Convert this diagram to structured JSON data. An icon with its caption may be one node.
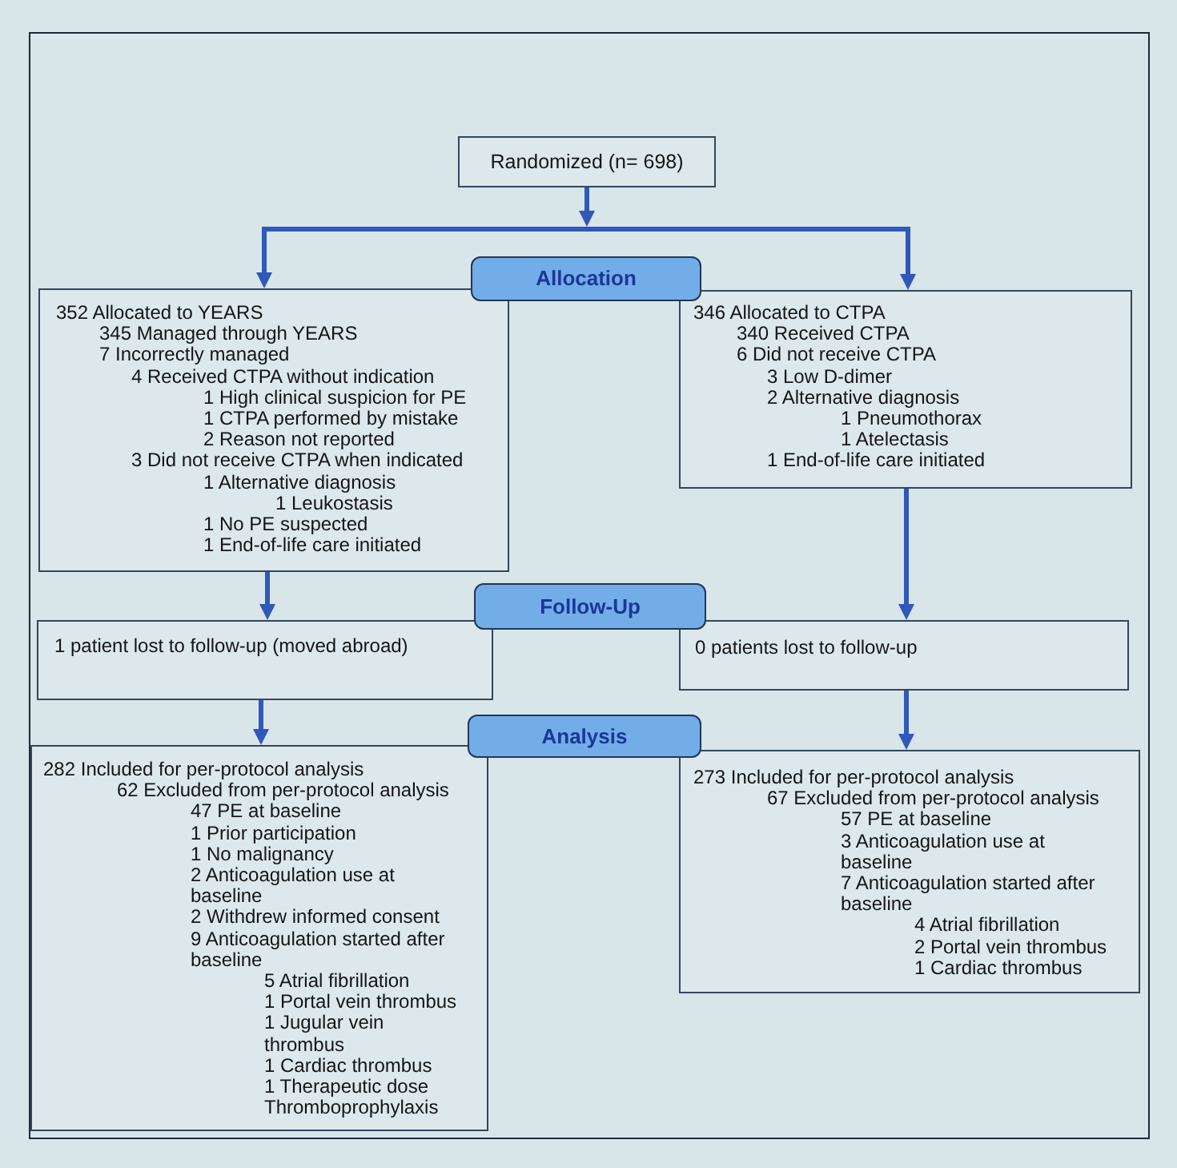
{
  "diagram": {
    "nodes": [
      {
        "text": [
          "Randomized (n= 698)"
        ]
      },
      {
        "text": [
          "Allocation"
        ]
      },
      {
        "text": [
          "352 Allocated to YEARS",
          "345 Managed through YEARS",
          "7 Incorrectly managed",
          "4 Received CTPA without indication",
          "1 High clinical suspicion for PE",
          "1 CTPA performed by mistake",
          "2 Reason not reported",
          "3 Did not receive CTPA when indicated",
          "1 Alternative diagnosis",
          "1 Leukostasis",
          "1 No PE suspected",
          "1 End-of-life care initiated"
        ]
      },
      {
        "text": [
          "346 Allocated to CTPA",
          "340 Received CTPA",
          "6 Did not receive CTPA",
          "3 Low D-dimer",
          "2 Alternative diagnosis",
          "1 Pneumothorax",
          "1 Atelectasis",
          "1 End-of-life care initiated"
        ]
      },
      {
        "text": [
          "Follow-Up"
        ]
      },
      {
        "text": [
          "1 patient lost to follow-up (moved abroad)"
        ]
      },
      {
        "text": [
          "0 patients lost to follow-up"
        ]
      },
      {
        "text": [
          "Analysis"
        ]
      },
      {
        "text": [
          "282 Included for per-protocol analysis",
          "62 Excluded from per-protocol analysis",
          "47 PE at baseline",
          "1 Prior participation",
          "1 No malignancy",
          "2 Anticoagulation use at baseline",
          "2 Withdrew informed consent",
          "9 Anticoagulation started after baseline",
          "5 Atrial fibrillation",
          "1 Portal vein thrombus",
          "1 Jugular vein thrombus",
          "1 Cardiac thrombus",
          "1 Therapeutic dose Thromboprophylaxis"
        ]
      },
      {
        "text": [
          "273 Included for per-protocol analysis",
          "67 Excluded from per-protocol analysis",
          "57 PE at baseline",
          "3 Anticoagulation use at baseline",
          "7 Anticoagulation started after baseline",
          "4 Atrial fibrillation",
          "2 Portal vein thrombus",
          "1 Cardiac thrombus"
        ]
      }
    ],
    "edges": [
      {
        "from": 0,
        "to": 2,
        "arrow": "to"
      },
      {
        "from": 0,
        "to": 3,
        "arrow": "to"
      },
      {
        "from": 2,
        "to": 5,
        "arrow": "to"
      },
      {
        "from": 3,
        "to": 6,
        "arrow": "to"
      },
      {
        "from": 5,
        "to": 8,
        "arrow": "to"
      },
      {
        "from": 6,
        "to": 9,
        "arrow": "to"
      }
    ]
  }
}
